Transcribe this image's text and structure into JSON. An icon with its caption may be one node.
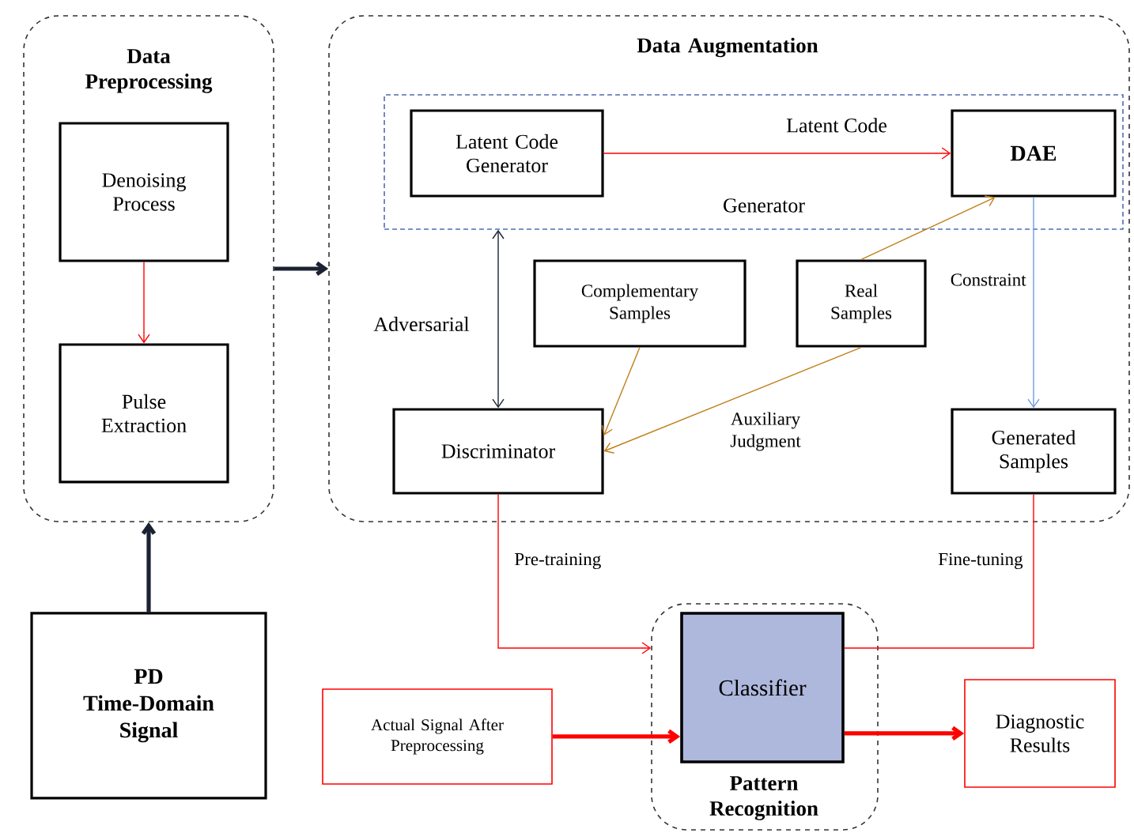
{
  "diagram": {
    "nodes": [
      {
        "text": [
          "Data Preprocessing"
        ]
      },
      {
        "text": [
          "Denoising Process"
        ],
        "in": 0
      },
      {
        "text": [
          "Pulse Extraction"
        ],
        "in": 0
      },
      {
        "text": [
          "Data Augmentation"
        ]
      },
      {
        "text": [
          "Generator"
        ],
        "in": 3
      },
      {
        "text": [
          "Latent Code Generator"
        ],
        "in": 4
      },
      {
        "text": [
          "DAE"
        ],
        "in": 4
      },
      {
        "text": [
          "Complementary Samples"
        ],
        "in": 3
      },
      {
        "text": [
          "Real Samples"
        ],
        "in": 3
      },
      {
        "text": [
          "Discriminator"
        ],
        "in": 3
      },
      {
        "text": [
          "Generated Samples"
        ],
        "in": 3
      },
      {
        "text": [
          "PD Time-Domain Signal"
        ]
      },
      {
        "text": [
          "Pattern Recognition"
        ]
      },
      {
        "text": [
          "Classifier"
        ],
        "in": 12
      },
      {
        "text": [
          "Actual Signal After Preprocessing"
        ]
      },
      {
        "text": [
          "Diagnostic Results"
        ]
      }
    ],
    "edges": [
      {
        "from": 1,
        "to": 2,
        "arrow": "to",
        "color": "#ff0000"
      },
      {
        "from": 0,
        "to": 3,
        "arrow": "to",
        "style": "thick",
        "color": "#1a2233"
      },
      {
        "from": 11,
        "to": 0,
        "arrow": "to",
        "style": "thick",
        "color": "#1a2233"
      },
      {
        "from": 5,
        "to": 6,
        "arrow": "to",
        "label": "Latent Code",
        "color": "#ff0000"
      },
      {
        "from": 4,
        "to": 9,
        "arrow": "both",
        "label": "Adversarial",
        "color": "#1a2233"
      },
      {
        "from": 8,
        "to": 6,
        "arrow": "to",
        "color": "#c07f1a"
      },
      {
        "from": 7,
        "to": 9,
        "arrow": "to",
        "color": "#c07f1a"
      },
      {
        "from": 8,
        "to": 9,
        "arrow": "to",
        "label": "Auxiliary Judgment",
        "color": "#c07f1a"
      },
      {
        "from": 6,
        "to": 10,
        "arrow": "to",
        "label": "Constraint",
        "color": "#6f9be0"
      },
      {
        "from": 9,
        "to": 12,
        "arrow": "to",
        "label": "Pre-training",
        "color": "#ff0000"
      },
      {
        "from": 10,
        "to": 13,
        "arrow": "none",
        "label": "Fine-tuning",
        "color": "#ff0000"
      },
      {
        "from": 14,
        "to": 13,
        "arrow": "to",
        "style": "thick",
        "color": "#ff0000"
      },
      {
        "from": 13,
        "to": 15,
        "arrow": "to",
        "style": "thick",
        "color": "#ff0000"
      }
    ]
  }
}
